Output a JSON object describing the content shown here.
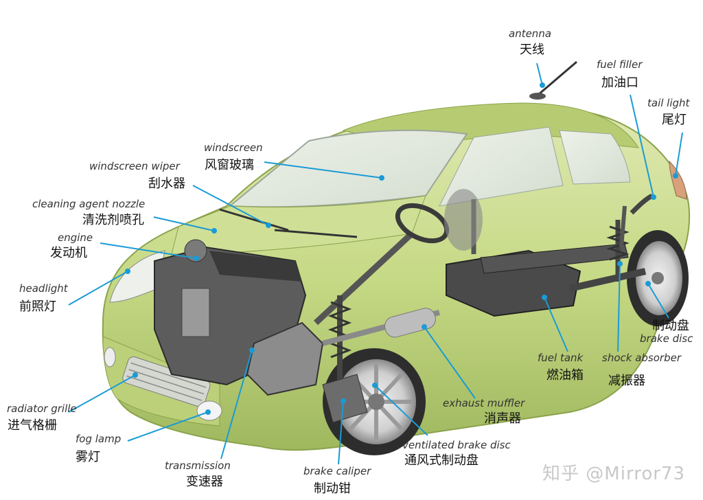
{
  "parts": {
    "antenna": {
      "en": "antenna",
      "zh": "天线"
    },
    "fuel_filler": {
      "en": "fuel filler",
      "zh": "加油口"
    },
    "tail_light": {
      "en": "tail light",
      "zh": "尾灯"
    },
    "windscreen": {
      "en": "windscreen",
      "zh": "风窗玻璃"
    },
    "windscreen_wiper": {
      "en": "windscreen wiper",
      "zh": "刮水器"
    },
    "cleaning_agent_nozzle": {
      "en": "cleaning agent nozzle",
      "zh": "清洗剂喷孔"
    },
    "engine": {
      "en": "engine",
      "zh": "发动机"
    },
    "headlight": {
      "en": "headlight",
      "zh": "前照灯"
    },
    "radiator_grille": {
      "en": "radiator grille",
      "zh": "进气格栅"
    },
    "fog_lamp": {
      "en": "fog lamp",
      "zh": "雾灯"
    },
    "transmission": {
      "en": "transmission",
      "zh": "变速器"
    },
    "brake_caliper": {
      "en": "brake caliper",
      "zh": "制动钳"
    },
    "ventilated_brake_disc": {
      "en": "ventilated brake disc",
      "zh": "通风式制动盘"
    },
    "exhaust_muffler": {
      "en": "exhaust muffler",
      "zh": "消声器"
    },
    "fuel_tank": {
      "en": "fuel tank",
      "zh": "燃油箱"
    },
    "shock_absorber": {
      "en": "shock absorber",
      "zh": "减振器"
    },
    "brake_disc": {
      "en": "brake disc",
      "zh": "制动盘"
    }
  },
  "watermark": "知乎 @Mirror73",
  "colors": {
    "body": "#c9dc8a",
    "leader": "#1a9bd6",
    "mechanical": "#555555"
  }
}
